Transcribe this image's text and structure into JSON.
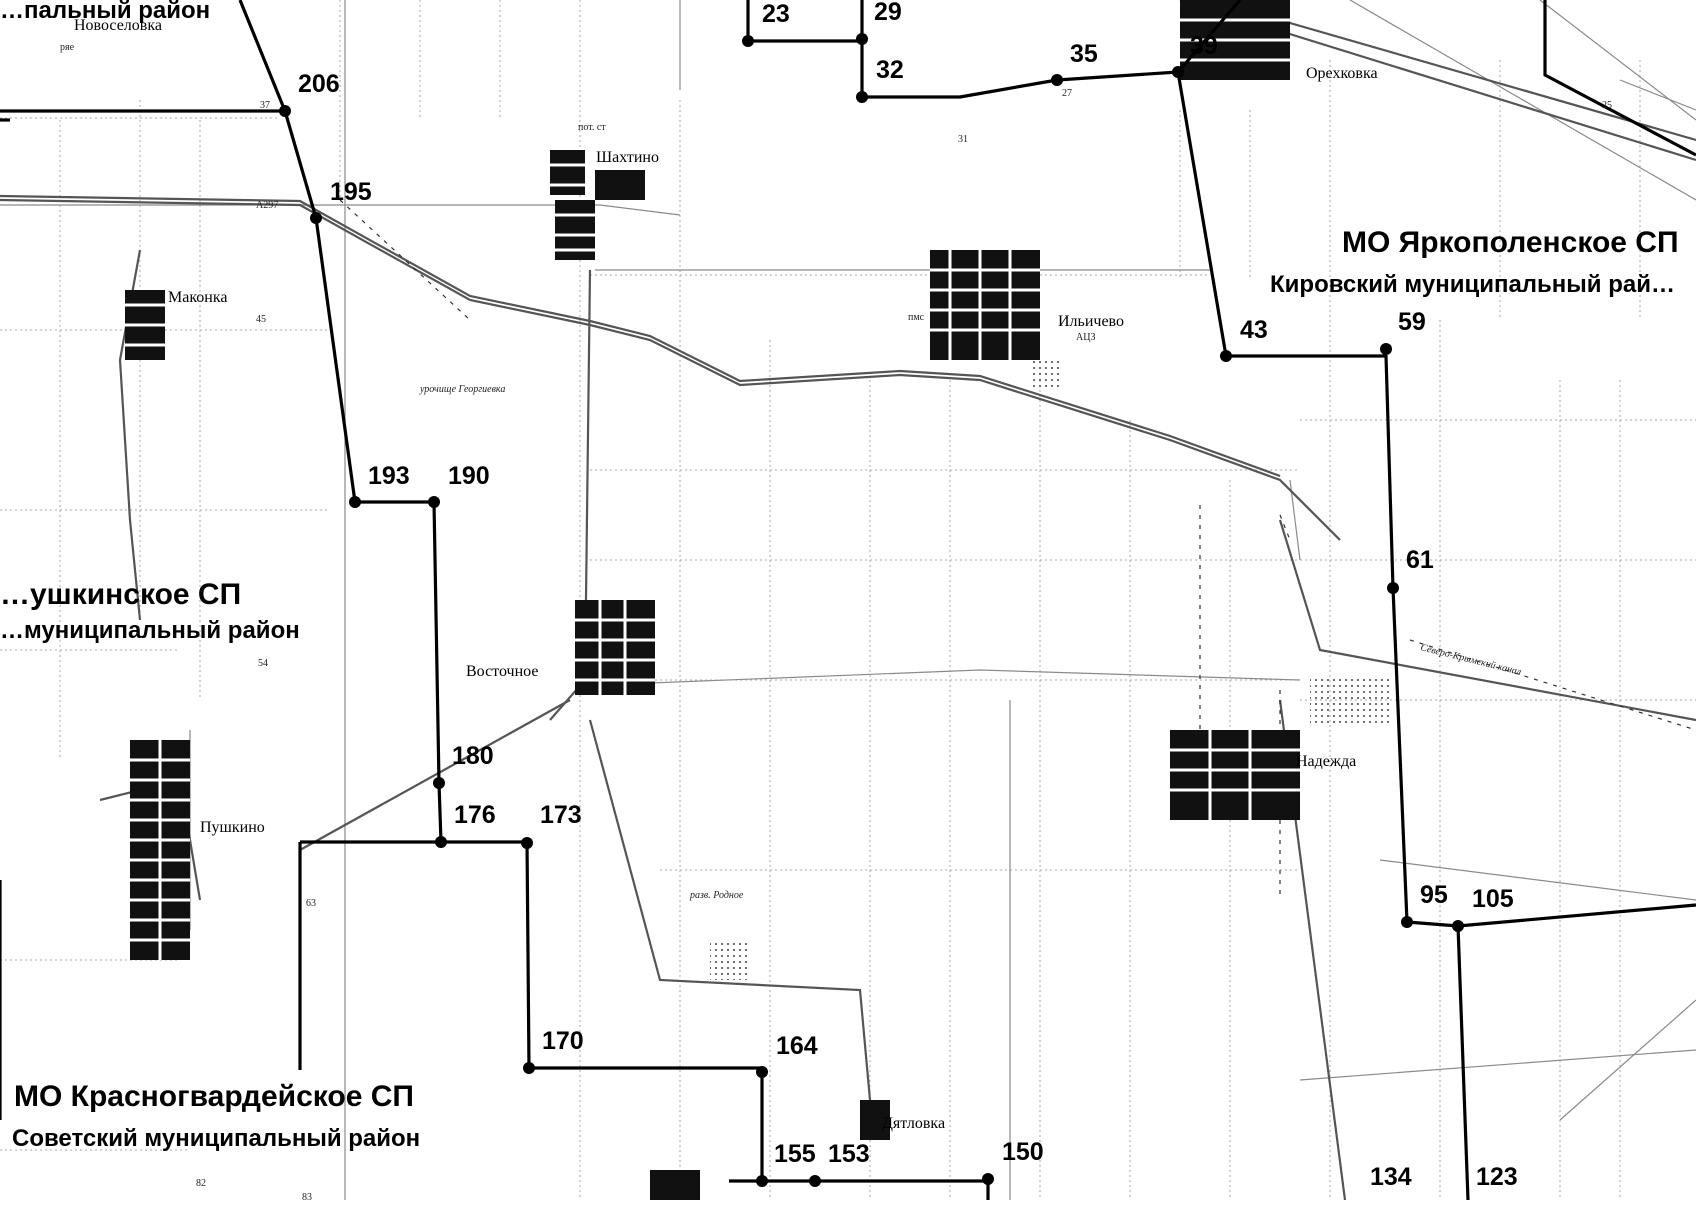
{
  "region_labels": [
    {
      "id": "tr-tail",
      "text": "…пальный район"
    },
    {
      "id": "yarko-name",
      "text": "МО Яркополенское СП"
    },
    {
      "id": "yarko-district",
      "text": "Кировский муниципальный рай…"
    },
    {
      "id": "pushk-name",
      "text": "…ушкинское  СП"
    },
    {
      "id": "pushk-district",
      "text": "…муниципальный район"
    },
    {
      "id": "krasno-name",
      "text": "МО Красногвардейское СП"
    },
    {
      "id": "krasno-district",
      "text": "Советский муниципальный район"
    }
  ],
  "settlements": [
    "Маконка",
    "Шахтино",
    "Ильичево",
    "Орехковка",
    "Восточное",
    "Пушкино",
    "Надежда",
    "Дятловка",
    "Новоселовка"
  ],
  "minor_labels": [
    "пот. ст",
    "ряе",
    "АЦЗ",
    "пмс",
    "урочище Георгиевка",
    "разв. Родное",
    "Северо-Крымский канал",
    "А297",
    "27",
    "31",
    "37",
    "45",
    "54",
    "63",
    "82",
    "83",
    "25"
  ],
  "boundary_points": [
    "23",
    "29",
    "32",
    "35",
    "39",
    "206",
    "195",
    "193",
    "190",
    "43",
    "59",
    "61",
    "180",
    "176",
    "173",
    "170",
    "164",
    "155",
    "153",
    "150",
    "95",
    "105",
    "134",
    "123"
  ],
  "colors": {
    "boundary": "#000000",
    "background": "#ffffff",
    "road": "#555555",
    "thin_line": "#9a9a9a",
    "building": "#111111"
  }
}
